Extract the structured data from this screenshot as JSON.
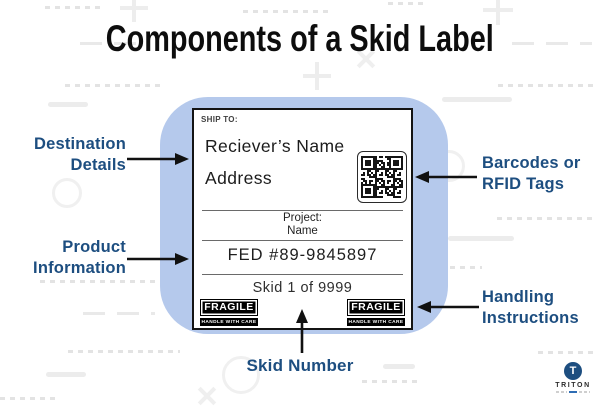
{
  "title": "Components of a Skid Label",
  "colors": {
    "callout_text": "#1d4e80",
    "blob": "#b5c9ec",
    "title_color": "#0d0d0d",
    "logo_navy": "#1d4e80"
  },
  "callouts": {
    "destination": {
      "line1": "Destination",
      "line2": "Details"
    },
    "product": {
      "line1": "Product",
      "line2": "Information"
    },
    "barcodes": {
      "line1": "Barcodes or",
      "line2": "RFID Tags"
    },
    "handling": {
      "line1": "Handling",
      "line2": "Instructions"
    },
    "skid_number": {
      "line1": "Skid Number"
    }
  },
  "label": {
    "ship_to": "SHIP TO:",
    "receiver_name": "Reciever’s Name",
    "address": "Address",
    "project_label": "Project:",
    "project_name": "Name",
    "fed_number": "FED #89-9845897",
    "skid_count": "Skid 1 of 9999",
    "fragile_text": "FRAGILE",
    "handle_text": "HANDLE WITH CARE"
  },
  "logo": {
    "name": "TRITON",
    "monogram": "T"
  }
}
